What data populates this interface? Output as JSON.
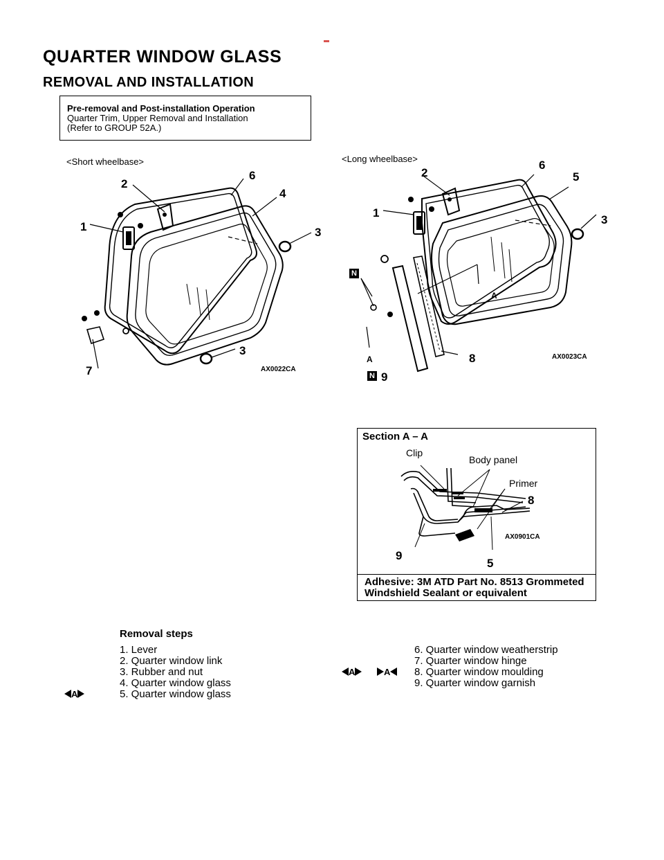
{
  "header": {
    "title": "QUARTER WINDOW GLASS",
    "subtitle": "REMOVAL AND INSTALLATION"
  },
  "pre_operation": {
    "heading": "Pre-removal and Post-installation Operation",
    "line1": "Quarter Trim,  Upper Removal and Installation",
    "line2": "(Refer to GROUP 52A.)"
  },
  "figure_short": {
    "caption": "<Short wheelbase>",
    "code": "AX0022CA",
    "callouts": [
      "2",
      "6",
      "4",
      "1",
      "3",
      "7",
      "3"
    ]
  },
  "figure_long": {
    "caption": "<Long wheelbase>",
    "code": "AX0023CA",
    "callouts": [
      "2",
      "6",
      "5",
      "1",
      "3",
      "N",
      "A",
      "A",
      "8",
      "N",
      "9"
    ]
  },
  "section": {
    "title": "Section A – A",
    "clip": "Clip",
    "body_panel": "Body panel",
    "primer": "Primer",
    "n8": "8",
    "n9": "9",
    "n5": "5",
    "code": "AX0901CA",
    "adhesive_line1": "Adhesive: 3M ATD Part No. 8513 Grommeted",
    "adhesive_line2": "Windshield Sealant or equivalent"
  },
  "removal": {
    "heading": "Removal steps",
    "marker_A": "A",
    "left_steps": [
      "1. Lever",
      "2. Quarter window link",
      "3. Rubber and nut",
      "4. Quarter window glass",
      "5. Quarter window glass"
    ],
    "right_steps": [
      "6. Quarter window weatherstrip",
      "7. Quarter window hinge",
      "8. Quarter window moulding",
      "9. Quarter window garnish"
    ]
  }
}
